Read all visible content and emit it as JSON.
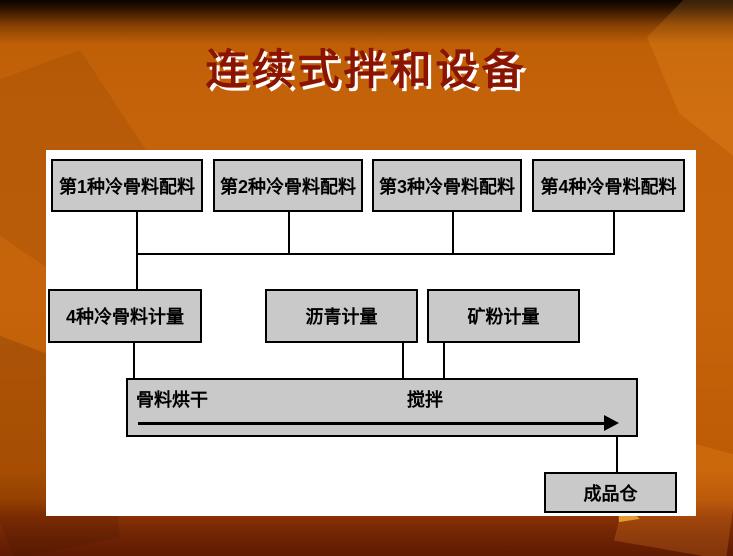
{
  "slide": {
    "title": "连续式拌和设备",
    "colors": {
      "background_orange": "#C4620A",
      "title_color": "#8A1400",
      "title_shadow": "#FFFFFF",
      "panel_background": "#FFFFFF",
      "box_fill": "#C9C9C9",
      "box_border": "#000000",
      "connector": "#000000"
    }
  },
  "diagram": {
    "top_row": [
      {
        "label": "第1种冷骨料配料"
      },
      {
        "label": "第2种冷骨料配料"
      },
      {
        "label": "第3种冷骨料配料"
      },
      {
        "label": "第4种冷骨料配料"
      }
    ],
    "middle_row": [
      {
        "label": "4种冷骨料计量"
      },
      {
        "label": "沥青计量"
      },
      {
        "label": "矿粉计量"
      }
    ],
    "process_bar": {
      "left_label": "骨料烘干",
      "right_label": "搅拌"
    },
    "output_box": {
      "label": "成品仓"
    }
  }
}
